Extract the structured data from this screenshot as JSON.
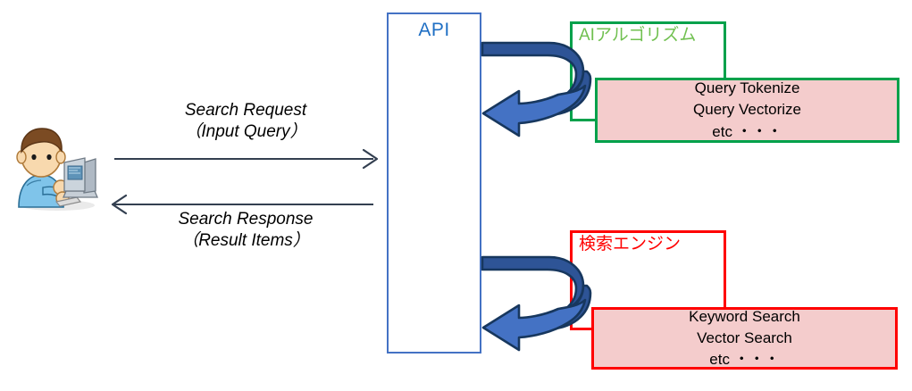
{
  "diagram": {
    "title": "Search API architecture flow",
    "colors": {
      "api_border": "#4472C4",
      "api_text": "#1F6FC4",
      "green_border": "#00A14B",
      "green_label": "#70C050",
      "red_border": "#FF0000",
      "pink_fill": "#F4CCCC",
      "arrow_dark": "#2E5496",
      "arrow_light": "#4472C4",
      "flow_line": "#333F50"
    },
    "api": {
      "label": "API"
    },
    "actor": {
      "name": "user-at-computer"
    },
    "flows": [
      {
        "id": "request",
        "direction": "right",
        "line1": "Search Request",
        "line2": "（Input Query）"
      },
      {
        "id": "response",
        "direction": "left",
        "line1": "Search Response",
        "line2": "（Result Items）"
      }
    ],
    "groups": [
      {
        "id": "ai-algorithm",
        "title": "AIアルゴリズム",
        "detail": {
          "line1": "Query Tokenize",
          "line2": "Query Vectorize",
          "line3": "etc ・・・"
        },
        "arrow_name": "circular-arrow-ai"
      },
      {
        "id": "search-engine",
        "title": "検索エンジン",
        "detail": {
          "line1": "Keyword Search",
          "line2": "Vector Search",
          "line3": "etc ・・・"
        },
        "arrow_name": "circular-arrow-search"
      }
    ]
  }
}
